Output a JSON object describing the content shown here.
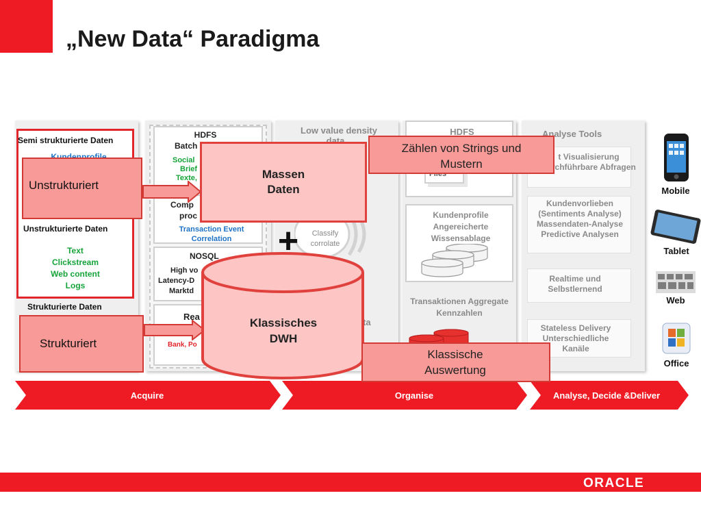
{
  "title": "„New Data“ Paradigma",
  "acquire": {
    "semi_title": "Semi strukturierte Daten",
    "semi_sub": "Kundenprofile",
    "unstruct_title": "Unstrukturierte Daten",
    "unstruct_items": [
      "Text",
      "Clickstream",
      "Web content",
      "Logs"
    ],
    "struct_title": "Strukturierte Daten"
  },
  "col2": {
    "hdfs_title": "HDFS",
    "hdfs_sub": "Batch",
    "social_items": [
      "Social",
      "Brief",
      "Texte,"
    ],
    "complex_title": "Comp",
    "complex_sub": "proc",
    "cep_text": "Transaction  Event Correlation",
    "nosql_title": "NOSQL",
    "nosql_lines": [
      "High vo",
      "Latency-D",
      "Marktd"
    ],
    "real_title": "Rea",
    "real_sub": "Bank, Po"
  },
  "col3": {
    "low_value": "Low value density",
    "low_value_2": "data",
    "classify": "Classify corrolate",
    "data_tail": "ta"
  },
  "col4": {
    "hdfs": "HDFS",
    "files": "Files",
    "kundenprofile": "Kundenprofile Angereicherte Wissensablage",
    "transaktionen": "Transaktionen Aggregate Kennzahlen"
  },
  "col5": {
    "title": "Analyse Tools",
    "visualisierung": "t Visualisierung  durchführbare Abfragen",
    "kundenvorlieben": "Kundenvorlieben (Sentiments Analyse) Massendaten-Analyse Predictive  Analysen",
    "realtime": "Realtime und Selbstlernend",
    "stateless": "Stateless Delivery Unterschiedliche Kanäle"
  },
  "devices": [
    "Mobile",
    "Tablet",
    "Web",
    "Office"
  ],
  "overlay": {
    "unstrukturiert": "Unstrukturiert",
    "strukturiert": "Strukturiert",
    "massen_daten": "Massen Daten",
    "zaehlen": "Zählen von Strings und Mustern",
    "plus": "+",
    "klassisches_dwh": "Klassisches DWH",
    "klassische_auswertung": "Klassische Auswertung"
  },
  "bands": [
    "Acquire",
    "Organise",
    "Analyse, Decide &Deliver"
  ],
  "footer": {
    "logo": "ORACLE"
  },
  "colors": {
    "brand_red": "#ee1b24",
    "coral": "#fdc5c4",
    "coral_border": "#e0413d"
  }
}
